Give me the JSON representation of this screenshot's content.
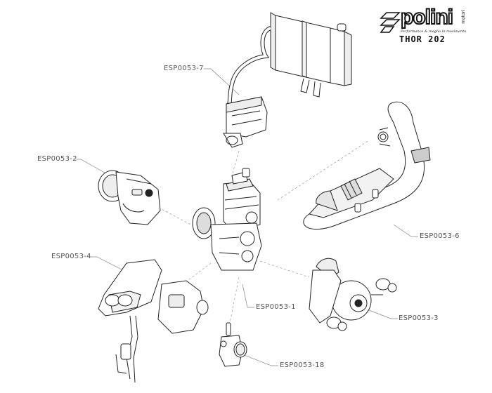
{
  "brand": {
    "name": "polini",
    "subtitle": "motori",
    "tagline": "Performance & meglio in movimento",
    "model": "THOR 202",
    "color": "#111111"
  },
  "callouts": [
    {
      "id": "ESP0053-7",
      "label": "ESP0053-7",
      "part": "radiator-cylinder"
    },
    {
      "id": "ESP0053-2",
      "label": "ESP0053-2",
      "part": "clutch-gearbox"
    },
    {
      "id": "ESP0053-6",
      "label": "ESP0053-6",
      "part": "exhaust"
    },
    {
      "id": "ESP0053-4",
      "label": "ESP0053-4",
      "part": "airbox-carburetor"
    },
    {
      "id": "ESP0053-1",
      "label": "ESP0053-1",
      "part": "engine"
    },
    {
      "id": "ESP0053-3",
      "label": "ESP0053-3",
      "part": "starter-flywheel"
    },
    {
      "id": "ESP0053-18",
      "label": "ESP0053-18",
      "part": "carburetor"
    }
  ],
  "colors": {
    "line": "#333333",
    "leader": "#888888",
    "label": "#555555"
  }
}
